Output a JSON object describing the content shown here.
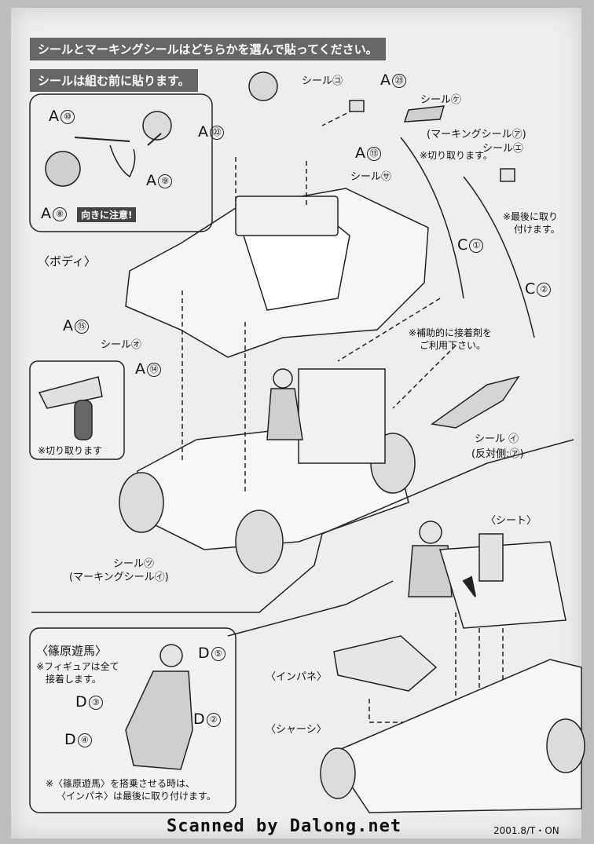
{
  "banners": {
    "top": "シールとマーキングシールはどちらかを選んで貼ってください。",
    "second": "シールは組む前に貼ります。"
  },
  "callout_light": {
    "a10": "A",
    "a10_num": "⑩",
    "a9": "A",
    "a9_num": "⑨",
    "a8": "A",
    "a8_num": "⑧",
    "warning": "向きに注意!"
  },
  "top_parts": {
    "a22": "A",
    "a22_num": "㉒",
    "a23": "A",
    "a23_num": "㉓",
    "a13": "A",
    "a13_num": "⑬",
    "seal_ko": "シール㋙",
    "seal_ke": "シール㋘",
    "seal_sa": "シール㋚",
    "marking_a": "(マーキングシール㋐)",
    "seal_e": "シール㋓",
    "cut_note": "※切り取ります。",
    "last_note_1": "※最後に取り",
    "last_note_2": "付けます。",
    "c1": "C",
    "c1_num": "①",
    "c2": "C",
    "c2_num": "②"
  },
  "body_section": {
    "body_label": "〈ボディ〉",
    "a15": "A",
    "a15_num": "⑮",
    "a14": "A",
    "a14_num": "⑭",
    "seal_o": "シール㋔",
    "cut_note": "※切り取ります",
    "glue_note_1": "※補助的に接着剤を",
    "glue_note_2": "ご利用下さい。",
    "seal_i": "シール ㋑",
    "seal_i_opposite": "(反対側:㋐)",
    "seal_tsu": "シール㋡",
    "marking_i": "(マーキングシール㋑)"
  },
  "figure_section": {
    "title": "〈篠原遊馬〉",
    "note_1": "※フィギュアは全て",
    "note_2": "接着します。",
    "d5": "D",
    "d5_num": "⑤",
    "d3": "D",
    "d3_num": "③",
    "d2": "D",
    "d2_num": "②",
    "d4": "D",
    "d4_num": "④",
    "bottom_note_1": "※〈篠原遊馬〉を搭乗させる時は、",
    "bottom_note_2": "〈インパネ〉は最後に取り付けます。"
  },
  "chassis_section": {
    "seat_label": "〈シート〉",
    "panel_label": "〈インパネ〉",
    "chassis_label": "〈シャーシ〉"
  },
  "footer": {
    "scan_credit": "Scanned by Dalong.net",
    "code": "2001.8/T・ON"
  }
}
